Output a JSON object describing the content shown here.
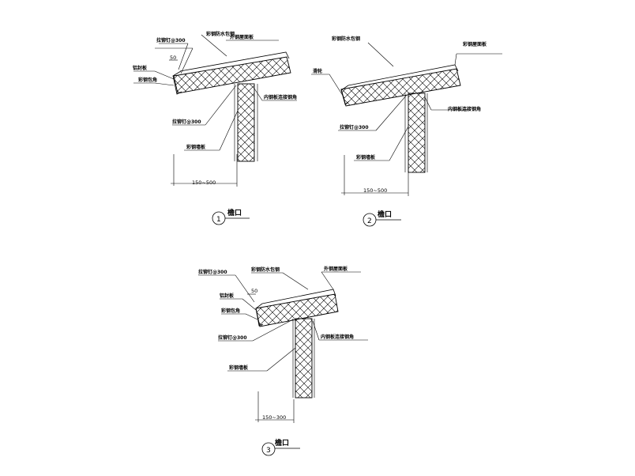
{
  "detail1": {
    "callout_top_small": "彩钢防水包钢",
    "callout_top": "外钢屋面板",
    "screw_label": "拉铆钉@300",
    "dim_50": "50",
    "left_label_1": "铝封板",
    "left_label_2": "彩钢包角",
    "right_label": "内钢板连接钢角",
    "screw_label_2": "拉铆钉@300",
    "wall_label": "彩钢墙板",
    "dim_bottom": "150~500",
    "number": "1",
    "title": "檐口"
  },
  "detail2": {
    "callout_top_small": "彩钢防水包钢",
    "callout_top": "彩钢屋面板",
    "left_label": "滑轮",
    "right_label": "内钢板连接钢角",
    "screw_label": "拉铆钉@300",
    "wall_label": "彩钢墙板",
    "dim_bottom": "150~500",
    "number": "2",
    "title": "檐口"
  },
  "detail3": {
    "screw_label": "拉铆钉@300",
    "callout_top_small": "彩钢防水包钢",
    "callout_top": "外钢屋面板",
    "dim_50": "50",
    "left_label_1": "铝封板",
    "left_label_2": "彩钢包角",
    "screw_label_2": "拉铆钉@300",
    "right_label": "内钢板连接钢角",
    "wall_label": "彩钢墙板",
    "dim_bottom": "150~300",
    "number": "3",
    "title": "檐口"
  }
}
